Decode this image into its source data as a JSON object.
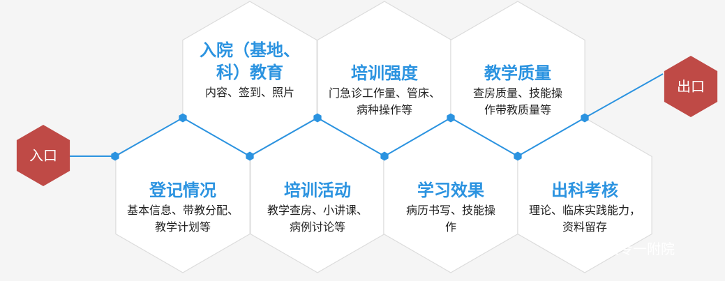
{
  "colors": {
    "background": "#f5f5f5",
    "hex_fill": "#ffffff",
    "hex_stroke": "#dcdcdc",
    "title": "#2b93e0",
    "desc": "#222222",
    "line": "#2b93e0",
    "node": "#2b93e0",
    "terminal": "#bf4a46"
  },
  "entry": {
    "label": "入口"
  },
  "exit": {
    "label": "出口"
  },
  "top_hexes": [
    {
      "title_lines": [
        "入院（基地、",
        "科）教育"
      ],
      "desc_lines": [
        "内容、签到、照片"
      ]
    },
    {
      "title_lines": [
        "培训强度"
      ],
      "desc_lines": [
        "门急诊工作量、管床、",
        "病种操作等"
      ]
    },
    {
      "title_lines": [
        "教学质量"
      ],
      "desc_lines": [
        "查房质量、技能操",
        "作带教质量等"
      ]
    }
  ],
  "bottom_hexes": [
    {
      "title_lines": [
        "登记情况"
      ],
      "desc_lines": [
        "基本信息、带教分配、",
        "教学计划等"
      ]
    },
    {
      "title_lines": [
        "培训活动"
      ],
      "desc_lines": [
        "教学查房、小讲课、",
        "病例讨论等"
      ]
    },
    {
      "title_lines": [
        "学习效果"
      ],
      "desc_lines": [
        "病历书写、技能操",
        "作"
      ]
    },
    {
      "title_lines": [
        "出科考核"
      ],
      "desc_lines": [
        "理论、临床实践能力，",
        "资料留存"
      ]
    }
  ],
  "watermark": {
    "text": "南阳医专一附院",
    "icon": "wechat-icon"
  }
}
